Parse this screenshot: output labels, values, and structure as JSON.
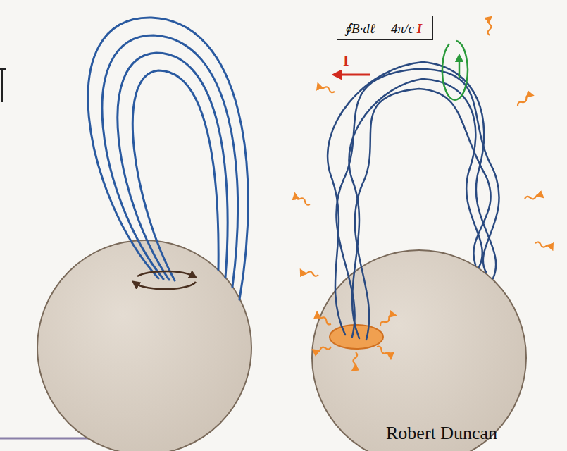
{
  "diagram": {
    "caption": "Robert Duncan",
    "nodes": [
      {
        "text": [
          "∮B·dℓ = 4π/c",
          "I"
        ]
      }
    ],
    "labels": [
      "I"
    ]
  }
}
